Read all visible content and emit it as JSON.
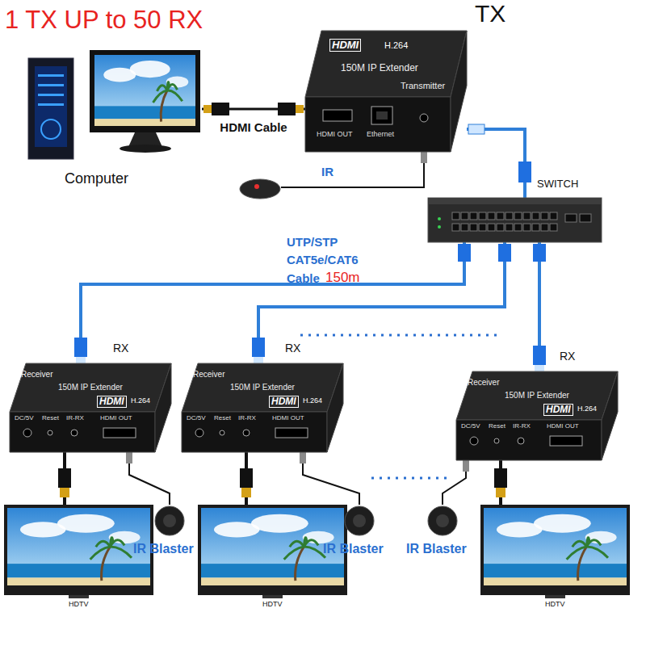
{
  "diagram": {
    "title": "1 TX UP to 50 RX",
    "nodes": [
      {
        "text": [
          "Computer"
        ]
      },
      {
        "text": [
          "TX",
          "HDMI",
          "H.264",
          "150M IP Extender",
          "Transmitter",
          "HDMI OUT",
          "Ethernet"
        ]
      },
      {
        "text": [
          "SWITCH"
        ]
      },
      {
        "text": [
          "RX",
          "Receiver",
          "150M IP Extender",
          "HDMI",
          "H.264",
          "DC/5V",
          "Reset",
          "IR-RX",
          "HDMI OUT"
        ]
      },
      {
        "text": [
          "RX",
          "Receiver",
          "150M IP Extender",
          "HDMI",
          "H.264",
          "DC/5V",
          "Reset",
          "IR-RX",
          "HDMI OUT"
        ]
      },
      {
        "text": [
          "RX",
          "Receiver",
          "150M IP Extender",
          "HDMI",
          "H.264",
          "DC/5V",
          "Reset",
          "IR-RX",
          "HDMI OUT"
        ]
      },
      {
        "text": [
          "HDTV"
        ]
      },
      {
        "text": [
          "IR Blaster"
        ]
      },
      {
        "text": [
          "HDTV"
        ]
      },
      {
        "text": [
          "IR Blaster"
        ]
      },
      {
        "text": [
          "IR Blaster"
        ]
      },
      {
        "text": [
          "HDTV"
        ]
      }
    ],
    "edges": [
      {
        "from": 0,
        "to": 1,
        "arrow": "none",
        "label": "HDMI Cable"
      },
      {
        "from": 1,
        "to": 2,
        "arrow": "none"
      },
      {
        "from": 2,
        "to": 3,
        "arrow": "none"
      },
      {
        "from": 2,
        "to": 4,
        "arrow": "none"
      },
      {
        "from": 2,
        "to": 5,
        "arrow": "none"
      },
      {
        "from": 3,
        "to": 6,
        "arrow": "none"
      },
      {
        "from": 3,
        "to": 7,
        "arrow": "none"
      },
      {
        "from": 4,
        "to": 8,
        "arrow": "none"
      },
      {
        "from": 4,
        "to": 9,
        "arrow": "none"
      },
      {
        "from": 5,
        "to": 11,
        "arrow": "none"
      },
      {
        "from": 5,
        "to": 10,
        "arrow": "none"
      }
    ],
    "labels": [
      "IR",
      "UTP/STP",
      "CAT5e/CAT6",
      "Cable",
      "150m"
    ]
  }
}
